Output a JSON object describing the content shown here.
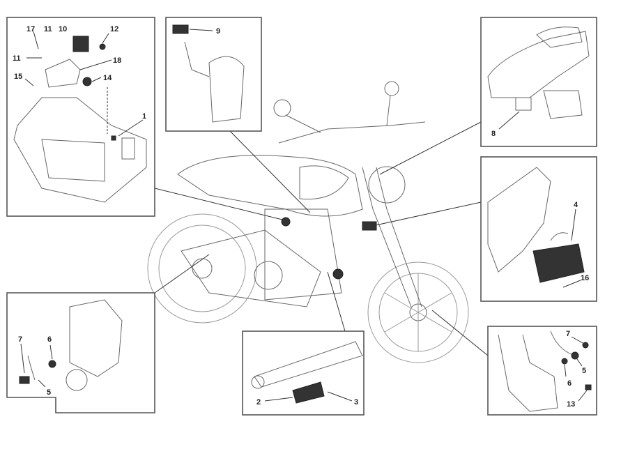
{
  "diagram": {
    "title": "Electrical system exploded view",
    "panels": {
      "top_left": {
        "labels": [
          "17",
          "11",
          "10",
          "12",
          "11",
          "18",
          "15",
          "14",
          "1"
        ]
      },
      "top_middle": {
        "labels": [
          "9"
        ]
      },
      "top_right": {
        "labels": [
          "8"
        ]
      },
      "right_middle": {
        "labels": [
          "4",
          "16"
        ]
      },
      "bottom_left": {
        "labels": [
          "7",
          "6",
          "5"
        ]
      },
      "bottom_middle": {
        "labels": [
          "2",
          "3"
        ]
      },
      "bottom_right": {
        "labels": [
          "7",
          "5",
          "6",
          "13"
        ]
      }
    },
    "colors": {
      "line": "#666666",
      "frame": "#555555",
      "label": "#222222"
    }
  }
}
